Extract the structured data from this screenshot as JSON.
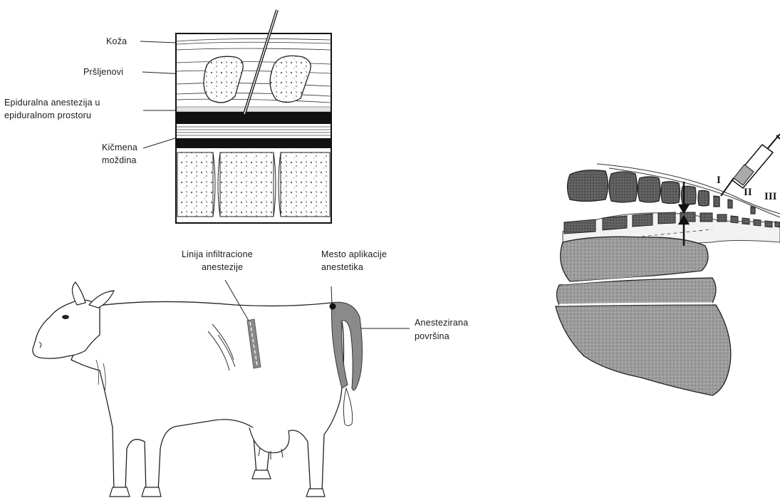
{
  "spine_cross_section": {
    "labels": {
      "skin": "Koža",
      "vertebrae": "Pršljenovi",
      "epidural_line1": "Epiduralna anestezija u",
      "epidural_line2": "epiduralnom prostoru",
      "spinal_cord_line1": "Kičmena",
      "spinal_cord_line2": "moždina"
    }
  },
  "cow_diagram": {
    "labels": {
      "infiltration_line1": "Linija infiltracione",
      "infiltration_line2": "anestezije",
      "application_line1": "Mesto aplikacije",
      "application_line2": "anestetika",
      "anesthetized_line1": "Anestezirana",
      "anesthetized_line2": "površina"
    },
    "colors": {
      "anesthetized_area": "#8a8a8a",
      "outline": "#222222"
    }
  },
  "epidural_injection_diagram": {
    "roman_labels": [
      "I",
      "II",
      "III"
    ],
    "colors": {
      "vertebra_fill": "#666666",
      "organ_fill": "#9a9a9a"
    }
  }
}
